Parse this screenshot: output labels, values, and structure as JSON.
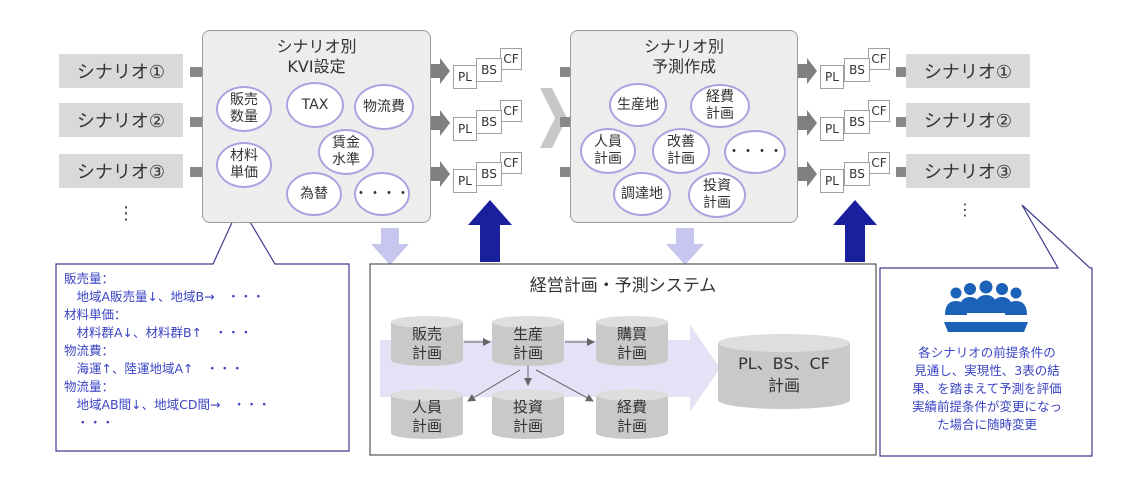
{
  "left_scenarios": [
    "シナリオ①",
    "シナリオ②",
    "シナリオ③"
  ],
  "right_scenarios": [
    "シナリオ①",
    "シナリオ②",
    "シナリオ③"
  ],
  "ellipsis_vertical": "⋮",
  "kvi_panel": {
    "title": "シナリオ別\nKVI設定",
    "items": [
      "販売\n数量",
      "TAX",
      "物流費",
      "賃金\n水準",
      "材料\n単価",
      "為替",
      "・・・・"
    ]
  },
  "forecast_panel": {
    "title": "シナリオ別\n予測作成",
    "items": [
      "生産地",
      "経費\n計画",
      "人員\n計画",
      "改善\n計画",
      "・・・・",
      "調達地",
      "投資\n計画"
    ]
  },
  "statement_docs": [
    "PL",
    "BS",
    "CF"
  ],
  "system": {
    "title": "経営計画・予測システム",
    "nodes": [
      "販売\n計画",
      "生産\n計画",
      "購買\n計画",
      "人員\n計画",
      "投資\n計画",
      "経費\n計画"
    ],
    "output": "PL、BS、CF\n計画"
  },
  "kvi_note": "販売量：\n　地域A販売量↓、地域B→　・・・\n材料単価：\n　材料群A↓、材料群B↑　・・・\n物流費：\n　海運↑、陸運地域A↑　・・・\n物流量：\n　地域AB間↓、地域CD間→　・・・\n　・・・",
  "eval_note": "各シナリオの前提条件の\n見通し、実現性、3表の結\n果、を踏まえて予測を評価\n実績前提条件が変更になっ\nた場合に随時変更",
  "colors": {
    "oval_border": "#a9a4e0",
    "dark_arrow": "#1a1f9e",
    "light_arrow": "#c7c6ee",
    "note_text": "#3a44c4",
    "note_border": "#3d3d8f",
    "people_icon": "#1c62b8"
  },
  "icons": [
    "chevron-right-icon",
    "people-group-icon",
    "document-stack-icon"
  ]
}
